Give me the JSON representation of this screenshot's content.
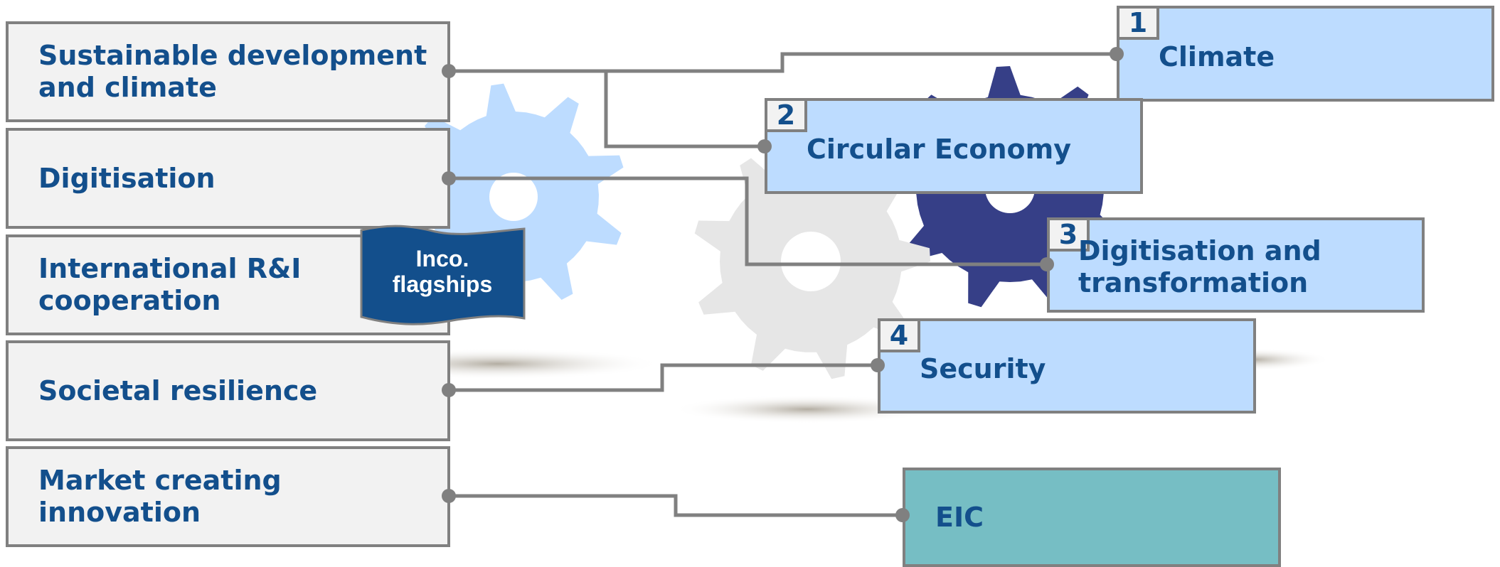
{
  "left_boxes": [
    {
      "label": "Sustainable development\nand climate"
    },
    {
      "label": "Digitisation"
    },
    {
      "label": "International R&I\ncooperation"
    },
    {
      "label": "Societal resilience"
    },
    {
      "label": "Market creating\ninnovation"
    }
  ],
  "right_boxes": [
    {
      "number": "1",
      "label": "Climate"
    },
    {
      "number": "2",
      "label": "Circular Economy"
    },
    {
      "number": "3",
      "label": "Digitisation and\ntransformation"
    },
    {
      "number": "4",
      "label": "Security"
    },
    {
      "label": "EIC"
    }
  ],
  "flag": {
    "label": "Inco.\nflagships"
  },
  "colors": {
    "text": "#134f8c",
    "left_fill": "#f2f2f2",
    "right_fill": "#bddcff",
    "eic_fill": "#76bec4",
    "border": "#808080",
    "connector": "#808080",
    "flag_fill": "#134f8c",
    "gear_light_blue": "#bddcff",
    "gear_grey": "#e6e6e6",
    "gear_dark_blue": "#363f87"
  }
}
